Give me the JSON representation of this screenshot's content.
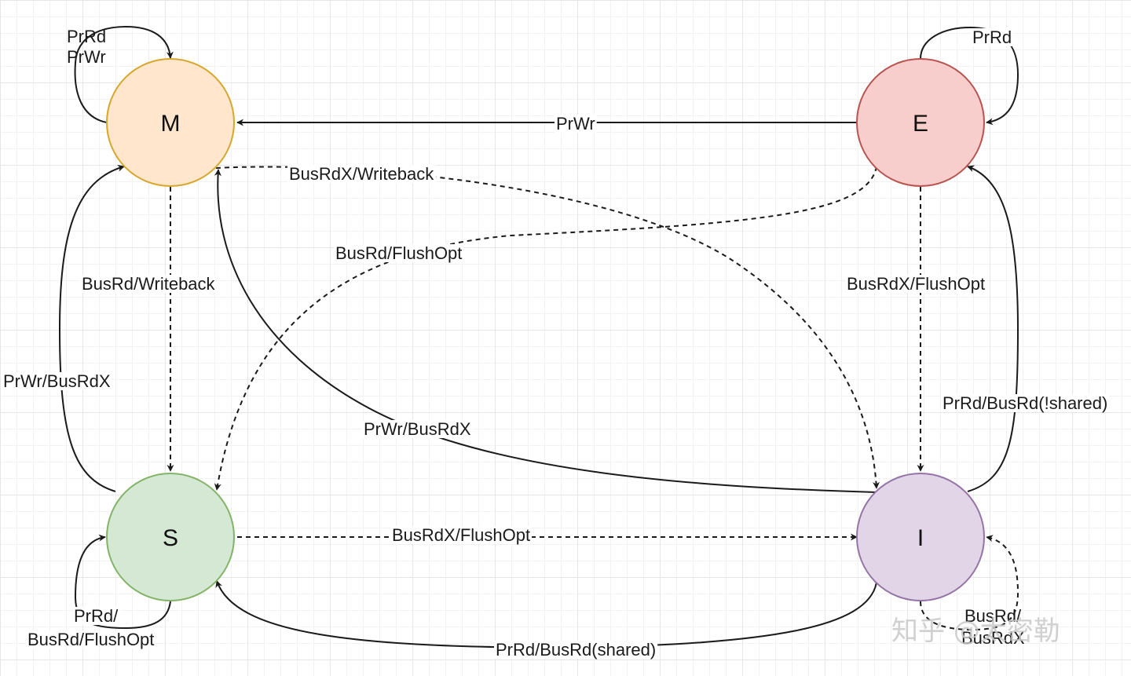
{
  "states": {
    "M": {
      "label": "M",
      "fill": "#ffe6cc",
      "stroke": "#d6a72a"
    },
    "E": {
      "label": "E",
      "fill": "#f8cecc",
      "stroke": "#b85450"
    },
    "S": {
      "label": "S",
      "fill": "#d5e8d4",
      "stroke": "#82b366"
    },
    "I": {
      "label": "I",
      "fill": "#e1d5e7",
      "stroke": "#9673a6"
    }
  },
  "edges": {
    "m_self_prrd": "PrRd",
    "m_self_prwr": "PrWr",
    "e_self": "PrRd",
    "e_to_m": "PrWr",
    "m_to_i": "BusRdX/Writeback",
    "e_to_s": "BusRd/FlushOpt",
    "m_to_s": "BusRd/Writeback",
    "e_to_i": "BusRdX/FlushOpt",
    "s_to_m": "PrWr/BusRdX",
    "i_to_m": "PrWr/BusRdX",
    "i_to_e": "PrRd/BusRd(!shared)",
    "s_to_i": "BusRdX/FlushOpt",
    "i_to_s": "PrRd/BusRd(shared)",
    "s_self_1": "PrRd/",
    "s_self_2": "BusRd/FlushOpt",
    "i_self_1": "BusRd/",
    "i_self_2": "BusRdX"
  },
  "watermark": "知乎 @太密勒"
}
